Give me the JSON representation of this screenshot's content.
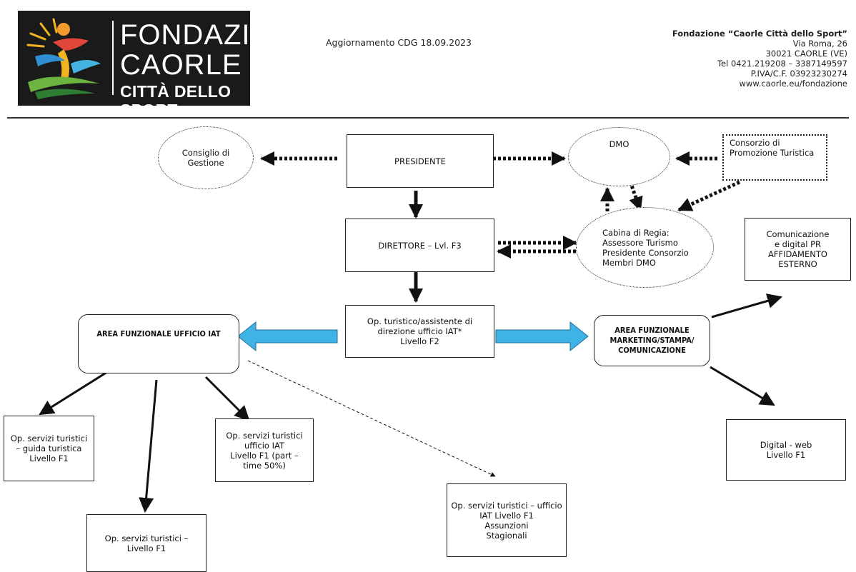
{
  "header": {
    "logo": {
      "line1": "FONDAZIONE",
      "line2": "CAORLE",
      "line3": "CITTÀ DELLO SPORT"
    },
    "update": "Aggiornamento CDG 18.09.2023",
    "address": [
      "Fondazione “Caorle Città dello Sport”",
      "Via Roma, 26",
      "30021  CAORLE  (VE)",
      "Tel 0421.219208 – 3387149597",
      "P.IVA/C.F. 03923230274",
      "www.caorle.eu/fondazione"
    ]
  },
  "chart": {
    "consiglio": "Consiglio di\nGestione",
    "presidente": "PRESIDENTE",
    "dmo": "DMO",
    "consorzio": "Consorzio di\nPromozione Turistica",
    "direttore": "DIRETTORE – Lvl.  F3",
    "cabina": "Cabina di Regia:\nAssessore Turismo\nPresidente Consorzio\nMembri DMO",
    "comunicazione": "Comunicazione\ne digital PR\nAFFIDAMENTO\nESTERNO",
    "op_turistico": "Op. turistico/assistente di\ndirezione ufficio IAT*\nLivello F2",
    "area_iat": "AREA FUNZIONALE UFFICIO IAT",
    "area_marketing": "AREA FUNZIONALE\nMARKETING/STAMPA/\nCOMUNICAZIONE",
    "guida": "Op. servizi turistici\n– guida turistica\nLivello F1",
    "ufficio_iat": "Op. servizi turistici\nufficio IAT\nLivello F1  (part –\ntime 50%)",
    "stagionali": "Op. servizi turistici – ufficio\nIAT Livello F1\nAssunzioni\nStagionali",
    "digital": "Digital - web\nLivello F1",
    "op_livello": "Op. servizi turistici –\nLivello F1"
  },
  "colors": {
    "accent_arrow": "#3fb2e6",
    "line": "#111111"
  }
}
